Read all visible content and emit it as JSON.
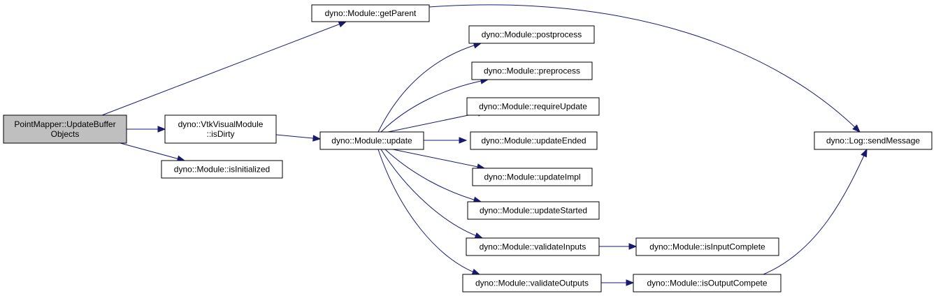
{
  "graph": {
    "type": "call-graph",
    "colors": {
      "edge": "#191970",
      "node_fill": "#ffffff",
      "root_fill": "#bfbfbf",
      "node_stroke": "#000000"
    },
    "nodes": [
      {
        "id": "root",
        "lines": [
          "PointMapper::UpdateBuffer",
          "Objects"
        ],
        "root": true
      },
      {
        "id": "getParent",
        "lines": [
          "dyno::Module::getParent"
        ]
      },
      {
        "id": "isDirty",
        "lines": [
          "dyno::VtkVisualModule",
          "::isDirty"
        ]
      },
      {
        "id": "isInitialized",
        "lines": [
          "dyno::Module::isInitialized"
        ]
      },
      {
        "id": "update",
        "lines": [
          "dyno::Module::update"
        ]
      },
      {
        "id": "postprocess",
        "lines": [
          "dyno::Module::postprocess"
        ]
      },
      {
        "id": "preprocess",
        "lines": [
          "dyno::Module::preprocess"
        ]
      },
      {
        "id": "requireUpdate",
        "lines": [
          "dyno::Module::requireUpdate"
        ]
      },
      {
        "id": "updateEnded",
        "lines": [
          "dyno::Module::updateEnded"
        ]
      },
      {
        "id": "updateImpl",
        "lines": [
          "dyno::Module::updateImpl"
        ]
      },
      {
        "id": "updateStarted",
        "lines": [
          "dyno::Module::updateStarted"
        ]
      },
      {
        "id": "validateInputs",
        "lines": [
          "dyno::Module::validateInputs"
        ]
      },
      {
        "id": "validateOutputs",
        "lines": [
          "dyno::Module::validateOutputs"
        ]
      },
      {
        "id": "isInputComplete",
        "lines": [
          "dyno::Module::isInputComplete"
        ]
      },
      {
        "id": "isOutputCompete",
        "lines": [
          "dyno::Module::isOutputCompete"
        ]
      },
      {
        "id": "sendMessage",
        "lines": [
          "dyno::Log::sendMessage"
        ]
      }
    ],
    "edges": [
      {
        "from": "root",
        "to": "getParent"
      },
      {
        "from": "root",
        "to": "isDirty"
      },
      {
        "from": "root",
        "to": "isInitialized"
      },
      {
        "from": "isDirty",
        "to": "update"
      },
      {
        "from": "getParent",
        "to": "sendMessage"
      },
      {
        "from": "update",
        "to": "postprocess"
      },
      {
        "from": "update",
        "to": "preprocess"
      },
      {
        "from": "update",
        "to": "requireUpdate"
      },
      {
        "from": "update",
        "to": "updateEnded"
      },
      {
        "from": "update",
        "to": "updateImpl"
      },
      {
        "from": "update",
        "to": "updateStarted"
      },
      {
        "from": "update",
        "to": "validateInputs"
      },
      {
        "from": "update",
        "to": "validateOutputs"
      },
      {
        "from": "validateInputs",
        "to": "isInputComplete"
      },
      {
        "from": "validateOutputs",
        "to": "isOutputCompete"
      },
      {
        "from": "isOutputCompete",
        "to": "sendMessage"
      }
    ]
  }
}
